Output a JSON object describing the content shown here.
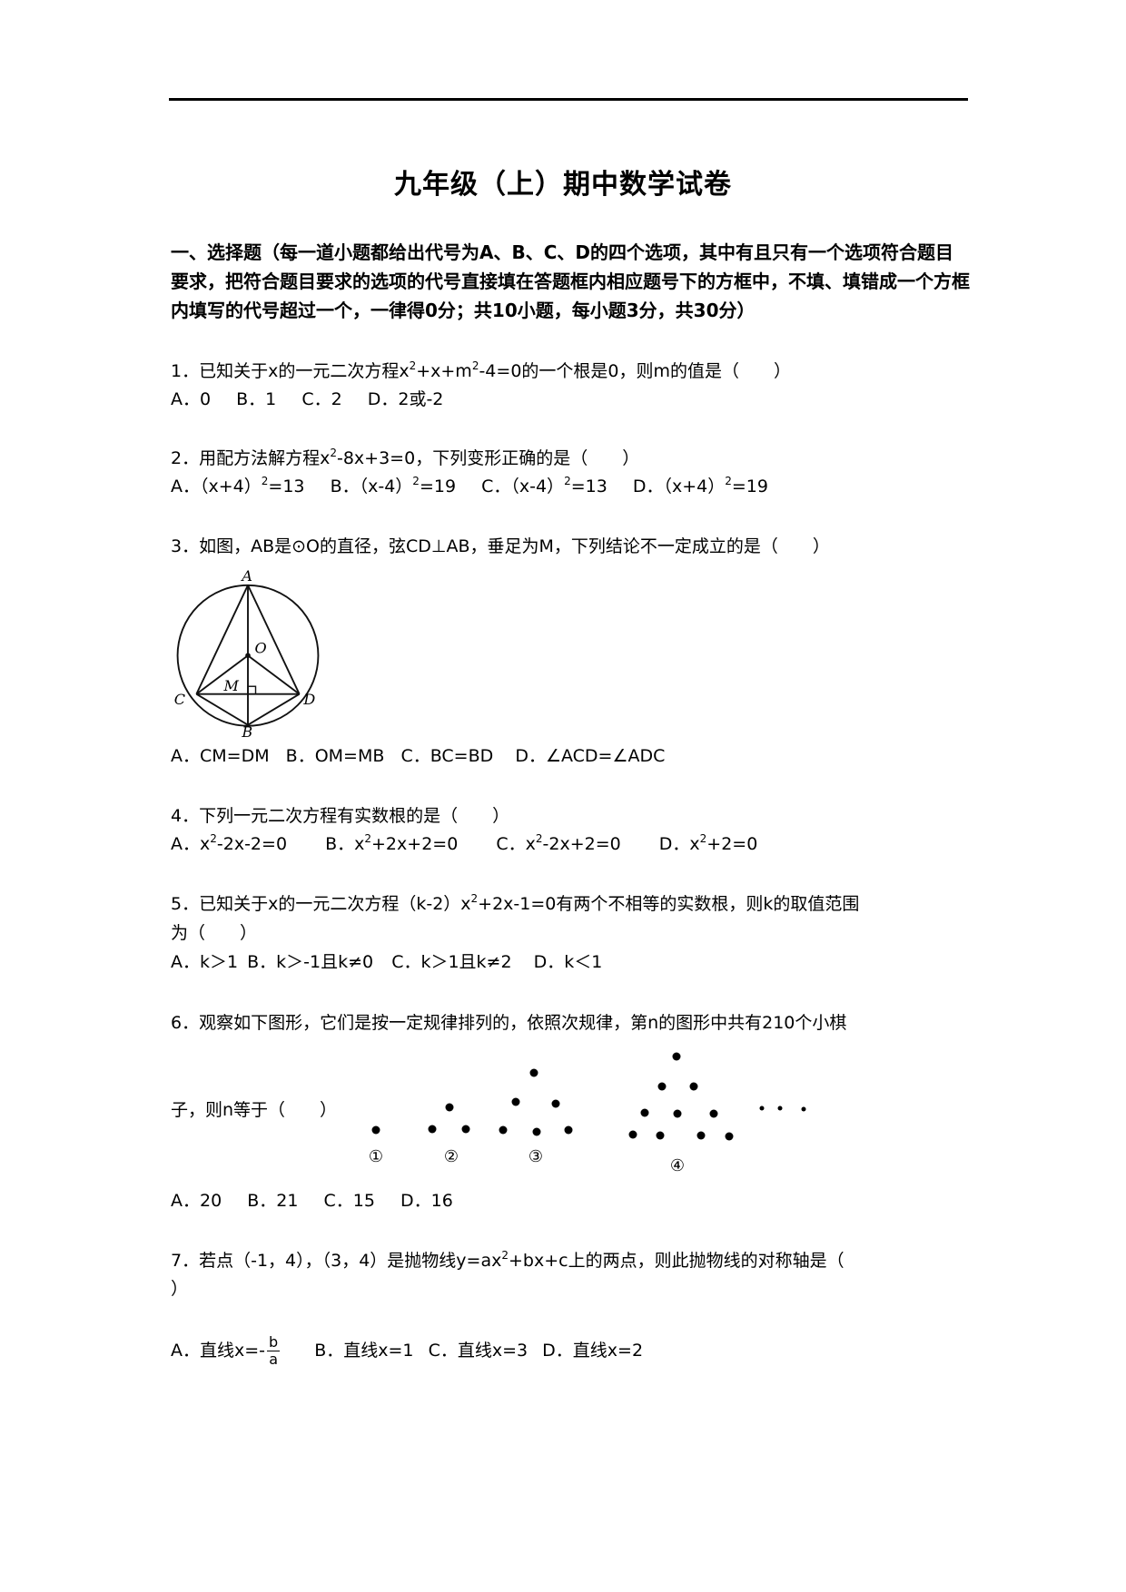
{
  "document": {
    "title": "九年级（上）期中数学试卷",
    "section": {
      "heading": "一、选择题（每一道小题都给出代号为A、B、C、D的四个选项，其中有且只有一个选项符合题目要求，把符合题目要求的选项的代号直接填在答题框内相应题号下的方框中，不填、填错成一个方框内填写的代号超过一个，一律得0分；共10小题，每小题3分，共30分）"
    },
    "questions": [
      {
        "number": "1",
        "stem_parts": [
          "1．已知关于x的一元二次方程x",
          "2",
          "+x+m",
          "2",
          "-4=0的一个根是0，则m的值是（　　）"
        ],
        "options": [
          "A．0",
          "B．1",
          "C．2",
          "D．2或-2"
        ]
      },
      {
        "number": "2",
        "stem_parts": [
          "2．用配方法解方程x",
          "2",
          "-8x+3=0，下列变形正确的是（　　）"
        ],
        "options": [
          {
            "pre": "A．（x+4）",
            "sup": "2",
            "post": "=13"
          },
          {
            "pre": "B．（x-4）",
            "sup": "2",
            "post": "=19"
          },
          {
            "pre": "C．（x-4）",
            "sup": "2",
            "post": "=13"
          },
          {
            "pre": "D．（x+4）",
            "sup": "2",
            "post": "=19"
          }
        ]
      },
      {
        "number": "3",
        "stem": "3．如图，AB是⊙O的直径，弦CD⊥AB，垂足为M，下列结论不一定成立的是（　　）",
        "figure": {
          "labels": {
            "A": "A",
            "B": "B",
            "C": "C",
            "D": "D",
            "O": "O",
            "M": "M"
          }
        },
        "options": [
          "A．CM=DM",
          "B．OM=MB",
          "C．BC=BD",
          "D．∠ACD=∠ADC"
        ]
      },
      {
        "number": "4",
        "stem": "4．下列一元二次方程有实数根的是（　　）",
        "options": [
          {
            "pre": "A．x",
            "sup": "2",
            "post": "-2x-2=0"
          },
          {
            "pre": "B．x",
            "sup": "2",
            "post": "+2x+2=0"
          },
          {
            "pre": "C．x",
            "sup": "2",
            "post": "-2x+2=0"
          },
          {
            "pre": "D．x",
            "sup": "2",
            "post": "+2=0"
          }
        ]
      },
      {
        "number": "5",
        "stem_parts": [
          "5．已知关于x的一元二次方程（k-2）x",
          "2",
          "+2x-1=0有两个不相等的实数根，则k的取值范围"
        ],
        "stem_line2": "为（　　）",
        "options": [
          "A．k＞1",
          "B．k＞-1且k≠0",
          "C．k＞1且k≠2",
          "D．k＜1"
        ]
      },
      {
        "number": "6",
        "stem": "6．观察如下图形，它们是按一定规律排列的，依照次规律，第n的图形中共有210个小棋",
        "stem_line2": "子，则n等于（　　）",
        "figure": {
          "labels": [
            "①",
            "②",
            "③",
            "④"
          ],
          "ellipsis": "…"
        },
        "options": [
          "A．20",
          "B．21",
          "C．15",
          "D．16"
        ]
      },
      {
        "number": "7",
        "stem_parts": [
          "7．若点（-1，4），（3，4）是抛物线y=ax",
          "2",
          "+bx+c上的两点，则此抛物线的对称轴是（"
        ],
        "stem_line2": "）",
        "options": {
          "A_pre": "A．直线x=-",
          "A_num": "b",
          "A_den": "a",
          "B": "B．直线x=1",
          "C": "C．直线x=3",
          "D": "D．直线x=2"
        }
      }
    ]
  }
}
